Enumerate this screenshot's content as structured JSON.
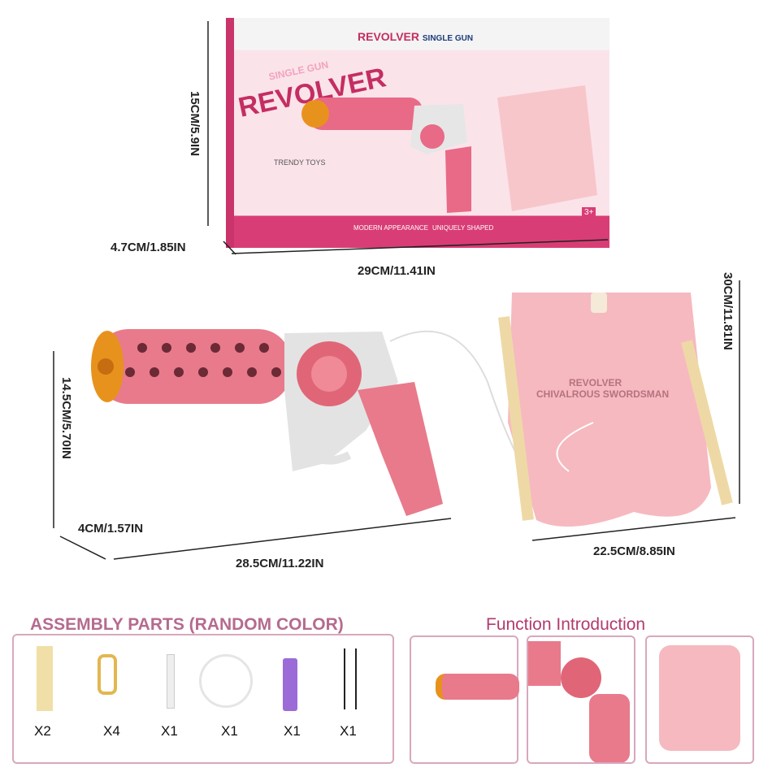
{
  "package": {
    "top_title": "REVOLVER",
    "top_subtitle": "SINGLE GUN",
    "brand": "REVOLVER",
    "brand_sub": "SINGLE GUN",
    "trendy": "TRENDY TOYS",
    "features": [
      "MODERN APPEARANCE",
      "UNIQUELY SHAPED"
    ],
    "age": "3+"
  },
  "dimensions": {
    "box_height": "15CM/5.9IN",
    "box_depth": "4.7CM/1.85IN",
    "box_width": "29CM/11.41IN",
    "gun_height": "14.5CM/5.70IN",
    "gun_depth": "4CM/1.57IN",
    "gun_length": "28.5CM/11.22IN",
    "bag_height": "30CM/11.81IN",
    "bag_width": "22.5CM/8.85IN"
  },
  "bag_print": {
    "line1": "REVOLVER",
    "line2": "CHIVALROUS SWORDSMAN"
  },
  "assembly": {
    "title": "ASSEMBLY PARTS (RANDOM COLOR)",
    "parts": [
      {
        "icon": "strap-icon",
        "qty": "X2"
      },
      {
        "icon": "buckle-icon",
        "qty": "X4"
      },
      {
        "icon": "nozzle-icon",
        "qty": "X1"
      },
      {
        "icon": "tube-icon",
        "qty": "X1"
      },
      {
        "icon": "battery-icon",
        "qty": "X1"
      },
      {
        "icon": "usb-cable-icon",
        "qty": "X1"
      }
    ]
  },
  "function": {
    "title": "Function Introduction"
  },
  "colors": {
    "pink": "#e86a86",
    "accent": "#c42e62",
    "orange": "#e8921e"
  }
}
